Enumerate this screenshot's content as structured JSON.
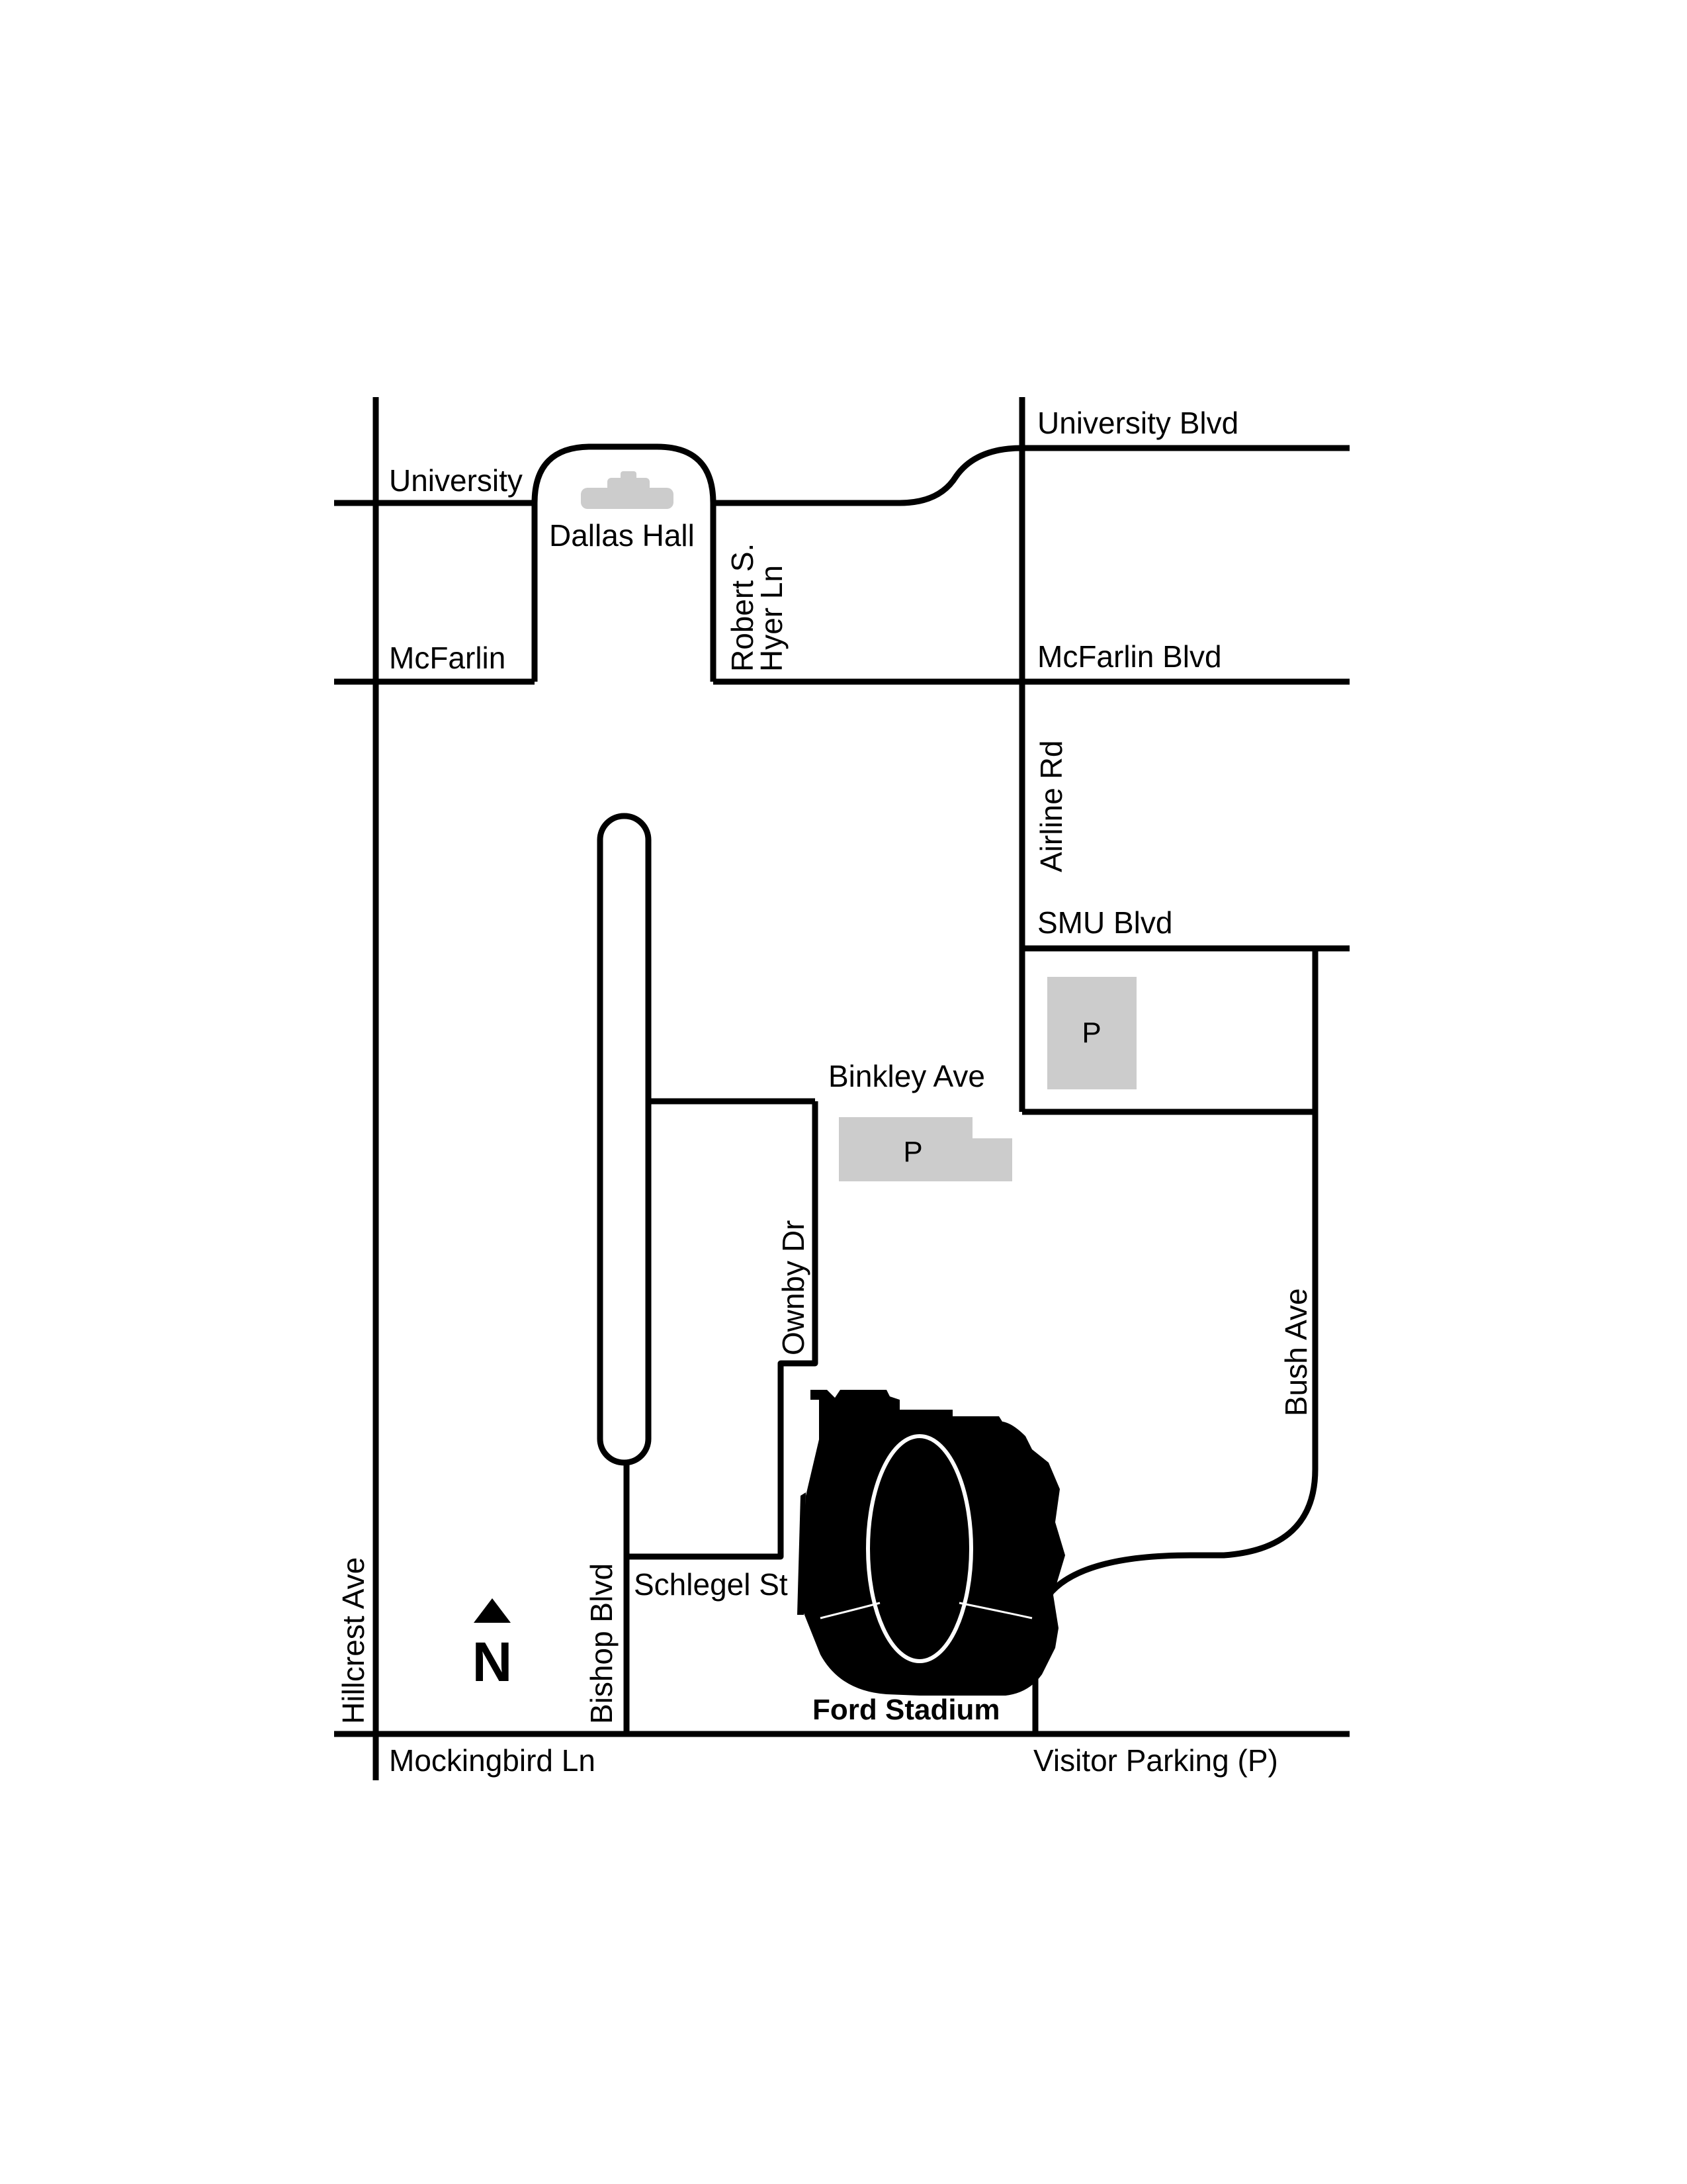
{
  "colors": {
    "road": "#000000",
    "parking": "#cccccc",
    "building": "#cccccc",
    "stadium": "#000000",
    "background": "#ffffff"
  },
  "labels": {
    "university": "University",
    "university_blvd": "University Blvd",
    "dallas_hall": "Dallas Hall",
    "robert_s": "Robert S.",
    "hyer_ln": "Hyer Ln",
    "mcfarlin": "McFarlin",
    "mcfarlin_blvd": "McFarlin Blvd",
    "airline_rd": "Airline Rd",
    "smu_blvd": "SMU Blvd",
    "binkley_ave": "Binkley Ave",
    "ownby_dr": "Ownby Dr",
    "bush_ave": "Bush Ave",
    "schlegel_st": "Schlegel St",
    "bishop_blvd": "Bishop Blvd",
    "hillcrest_ave": "Hillcrest Ave",
    "ford_stadium": "Ford Stadium",
    "mockingbird_ln": "Mockingbird Ln",
    "visitor_parking": "Visitor Parking (P)"
  },
  "parking": {
    "lot_east": "P",
    "lot_binkley": "P"
  },
  "compass": {
    "letter": "N",
    "icon": "north-arrow-icon"
  }
}
